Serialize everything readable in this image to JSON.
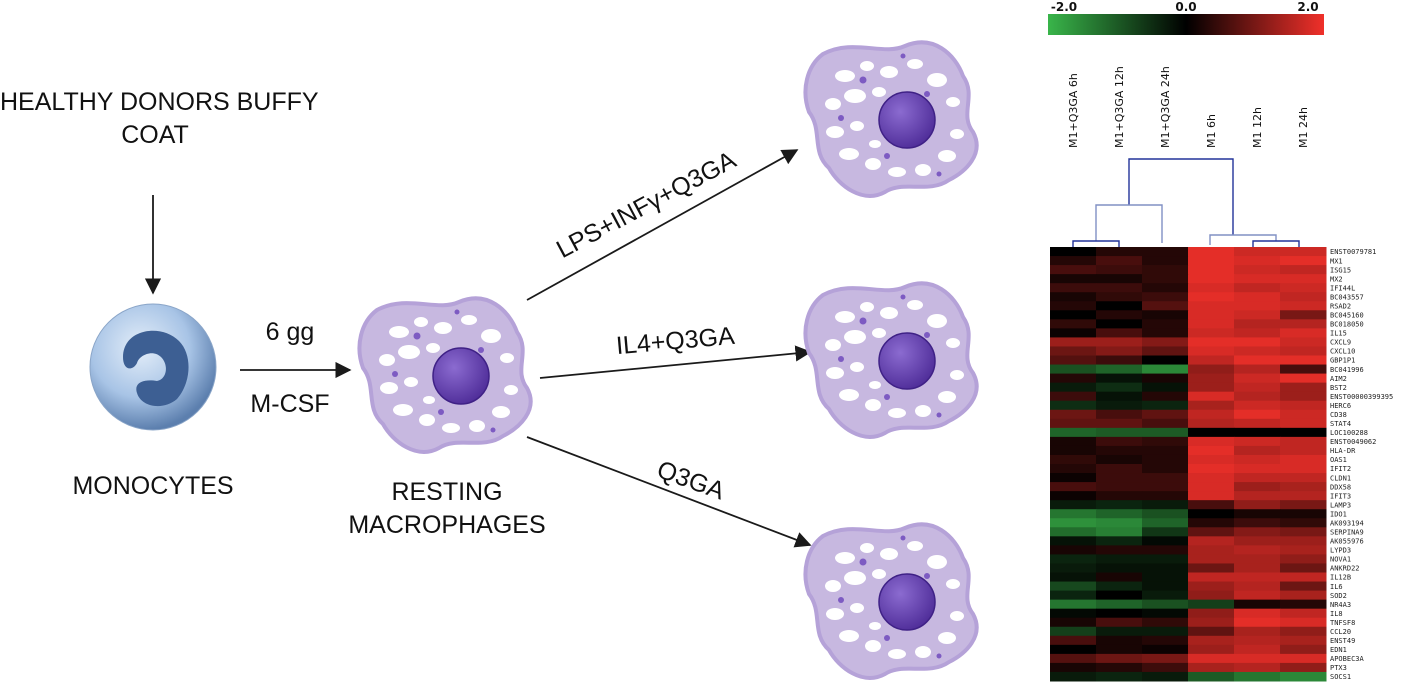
{
  "workflow": {
    "source_line1": "HEALTHY DONORS BUFFY",
    "source_line2": "COAT",
    "monocytes": "MONOCYTES",
    "duration": "6 gg",
    "factor": "M-CSF",
    "resting_line1": "RESTING",
    "resting_line2": "MACROPHAGES",
    "treatment_top": "LPS+INFγ+Q3GA",
    "treatment_mid": "IL4+Q3GA",
    "treatment_bottom": "Q3GA"
  },
  "colors": {
    "arrow": "#1a1a1a",
    "cell_fill": "#cbbbe3",
    "cell_outline": "#b9a6da",
    "vacuole": "#ffffff",
    "nucleus": "#6a44b6",
    "monocyte_fill": "#9bbbe0",
    "monocyte_nucleus": "#3a5f92",
    "heat_low": "#39b54a",
    "heat_mid": "#000000",
    "heat_high": "#f0302a",
    "dendrogram": "#22349a"
  },
  "chart_data": {
    "type": "heatmap",
    "scale": {
      "min": -2.0,
      "mid": 0.0,
      "max": 2.0,
      "labels": [
        "-2.0",
        "0.0",
        "2.0"
      ]
    },
    "columns": [
      "M1+Q3GA 6h",
      "M1+Q3GA 12h",
      "M1+Q3GA 24h",
      "M1 6h",
      "M1 12h",
      "M1 24h"
    ],
    "rows": [
      {
        "gene": "ENST0079781",
        "values": [
          0.0,
          0.3,
          0.3,
          1.9,
          1.7,
          1.7
        ]
      },
      {
        "gene": "MX1",
        "values": [
          0.3,
          0.6,
          0.3,
          1.9,
          1.8,
          1.9
        ]
      },
      {
        "gene": "ISG15",
        "values": [
          0.6,
          0.5,
          0.4,
          1.9,
          1.7,
          1.6
        ]
      },
      {
        "gene": "MX2",
        "values": [
          0.2,
          0.2,
          0.4,
          1.9,
          1.8,
          1.8
        ]
      },
      {
        "gene": "IFI44L",
        "values": [
          0.5,
          0.5,
          0.3,
          1.8,
          1.6,
          1.7
        ]
      },
      {
        "gene": "BC043557",
        "values": [
          0.2,
          0.4,
          0.5,
          1.9,
          1.8,
          1.6
        ]
      },
      {
        "gene": "RSAD2",
        "values": [
          0.3,
          0.0,
          0.7,
          1.8,
          1.8,
          1.7
        ]
      },
      {
        "gene": "BC045160",
        "values": [
          0.0,
          0.3,
          0.2,
          1.8,
          1.7,
          1.0
        ]
      },
      {
        "gene": "BC018050",
        "values": [
          0.4,
          0.0,
          0.3,
          1.8,
          1.5,
          1.5
        ]
      },
      {
        "gene": "IL15",
        "values": [
          0.1,
          0.6,
          0.3,
          1.7,
          1.6,
          1.8
        ]
      },
      {
        "gene": "CXCL9",
        "values": [
          1.3,
          1.3,
          1.1,
          1.9,
          1.9,
          1.7
        ]
      },
      {
        "gene": "CXCL10",
        "values": [
          0.9,
          1.1,
          0.8,
          1.8,
          1.7,
          1.6
        ]
      },
      {
        "gene": "GBP1P1",
        "values": [
          0.7,
          0.5,
          0.0,
          1.6,
          1.9,
          1.9
        ]
      },
      {
        "gene": "BC041996",
        "values": [
          -0.9,
          -1.1,
          -1.5,
          1.2,
          1.5,
          0.6
        ]
      },
      {
        "gene": "AIM2",
        "values": [
          0.3,
          -0.2,
          0.2,
          1.3,
          1.7,
          1.9
        ]
      },
      {
        "gene": "BST2",
        "values": [
          -0.3,
          -0.5,
          -0.2,
          1.3,
          1.6,
          1.3
        ]
      },
      {
        "gene": "ENST00000399395",
        "values": [
          0.5,
          -0.2,
          0.3,
          1.8,
          1.5,
          1.3
        ]
      },
      {
        "gene": "HERC6",
        "values": [
          -0.5,
          -0.3,
          -0.4,
          1.4,
          1.7,
          1.6
        ]
      },
      {
        "gene": "CD38",
        "values": [
          0.9,
          0.6,
          0.8,
          1.6,
          1.9,
          1.7
        ]
      },
      {
        "gene": "STAT4",
        "values": [
          0.8,
          0.8,
          0.6,
          1.5,
          1.6,
          1.7
        ]
      },
      {
        "gene": "LOC100288",
        "values": [
          -1.1,
          -1.0,
          -1.0,
          0.0,
          0.0,
          0.0
        ]
      },
      {
        "gene": "ENST0049062",
        "values": [
          0.2,
          0.5,
          0.4,
          1.8,
          1.7,
          1.6
        ]
      },
      {
        "gene": "HLA-DR",
        "values": [
          0.2,
          0.3,
          0.3,
          1.9,
          1.5,
          1.6
        ]
      },
      {
        "gene": "OAS1",
        "values": [
          0.4,
          0.2,
          0.3,
          1.8,
          1.7,
          1.8
        ]
      },
      {
        "gene": "IFIT2",
        "values": [
          0.3,
          0.5,
          0.3,
          1.9,
          1.8,
          1.8
        ]
      },
      {
        "gene": "CLDN1",
        "values": [
          0.1,
          0.5,
          0.5,
          1.8,
          1.6,
          1.6
        ]
      },
      {
        "gene": "DDX58",
        "values": [
          0.6,
          0.5,
          0.5,
          1.8,
          1.3,
          1.4
        ]
      },
      {
        "gene": "IFIT3",
        "values": [
          0.1,
          0.3,
          0.3,
          1.8,
          1.5,
          1.5
        ]
      },
      {
        "gene": "LAMP3",
        "values": [
          -0.3,
          -0.4,
          -0.3,
          0.6,
          1.2,
          1.0
        ]
      },
      {
        "gene": "IDO1",
        "values": [
          -1.3,
          -1.1,
          -0.9,
          0.0,
          0.2,
          0.2
        ]
      },
      {
        "gene": "AK093194",
        "values": [
          -1.6,
          -1.5,
          -1.1,
          0.3,
          0.5,
          0.4
        ]
      },
      {
        "gene": "SERPINA9",
        "values": [
          -1.2,
          -1.4,
          -0.6,
          0.8,
          1.1,
          1.0
        ]
      },
      {
        "gene": "AK055976",
        "values": [
          -0.2,
          -0.4,
          -0.1,
          1.5,
          1.3,
          1.3
        ]
      },
      {
        "gene": "LYPD3",
        "values": [
          0.2,
          0.3,
          0.3,
          1.4,
          1.5,
          1.4
        ]
      },
      {
        "gene": "NOVA1",
        "values": [
          -0.4,
          -0.3,
          -0.3,
          1.4,
          1.4,
          1.2
        ]
      },
      {
        "gene": "ANKRD22",
        "values": [
          -0.3,
          -0.2,
          -0.2,
          0.9,
          1.4,
          0.9
        ]
      },
      {
        "gene": "IL12B",
        "values": [
          -0.2,
          0.2,
          -0.2,
          1.6,
          1.6,
          1.6
        ]
      },
      {
        "gene": "IL6",
        "values": [
          -0.8,
          -0.4,
          -0.2,
          1.3,
          1.5,
          0.9
        ]
      },
      {
        "gene": "SOD2",
        "values": [
          -0.4,
          0.0,
          -0.3,
          1.2,
          1.6,
          1.4
        ]
      },
      {
        "gene": "NR4A3",
        "values": [
          -1.3,
          -1.1,
          -0.9,
          -0.7,
          0.2,
          0.3
        ]
      },
      {
        "gene": "IL8",
        "values": [
          -0.1,
          0.0,
          -0.1,
          1.2,
          1.8,
          1.6
        ]
      },
      {
        "gene": "TNFSF8",
        "values": [
          0.2,
          0.6,
          0.4,
          1.3,
          1.9,
          1.8
        ]
      },
      {
        "gene": "CCL20",
        "values": [
          -0.7,
          -0.3,
          -0.3,
          0.8,
          1.4,
          1.2
        ]
      },
      {
        "gene": "ENST49",
        "values": [
          0.6,
          0.2,
          0.3,
          1.4,
          1.5,
          1.4
        ]
      },
      {
        "gene": "EDN1",
        "values": [
          0.0,
          0.2,
          0.1,
          1.3,
          1.6,
          1.2
        ]
      },
      {
        "gene": "APOBEC3A",
        "values": [
          0.7,
          0.9,
          1.0,
          1.8,
          1.8,
          1.8
        ]
      },
      {
        "gene": "PTX3",
        "values": [
          0.2,
          0.3,
          0.5,
          1.4,
          1.5,
          1.2
        ]
      },
      {
        "gene": "SOCS1",
        "values": [
          -0.3,
          -0.4,
          -0.3,
          -1.0,
          -1.3,
          -1.5
        ]
      }
    ]
  }
}
